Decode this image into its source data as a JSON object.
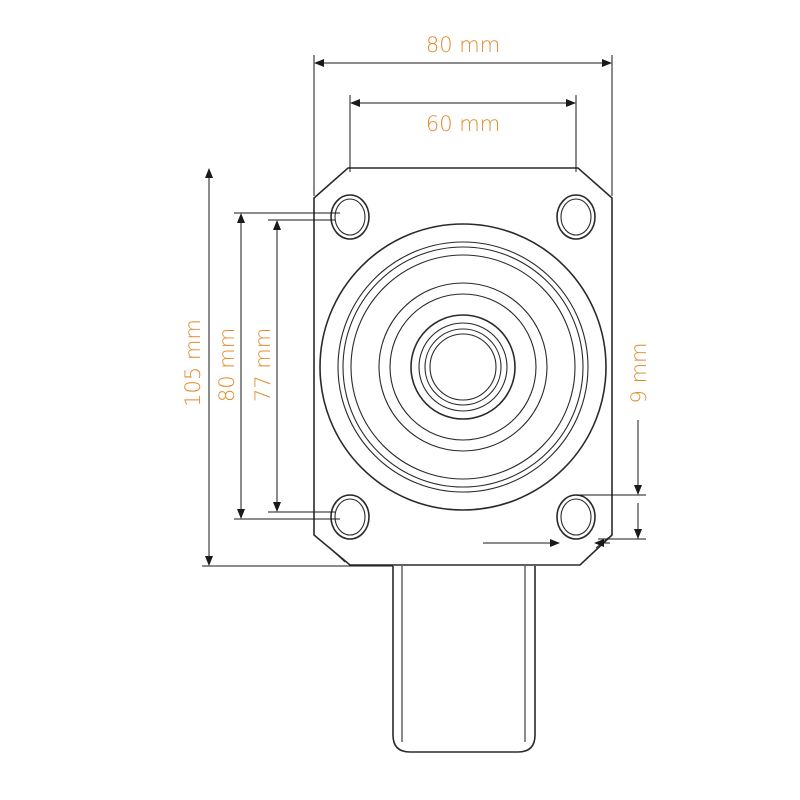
{
  "accent_color": "#e08a2e",
  "line_color": "#2a2a2a",
  "dimensions": {
    "plate_width": "80 mm",
    "hole_spacing_horizontal": "60 mm",
    "total_height": "105 mm",
    "plate_length": "80 mm",
    "hole_spacing_vertical": "77 mm",
    "hole_diameter": "9 mm"
  }
}
